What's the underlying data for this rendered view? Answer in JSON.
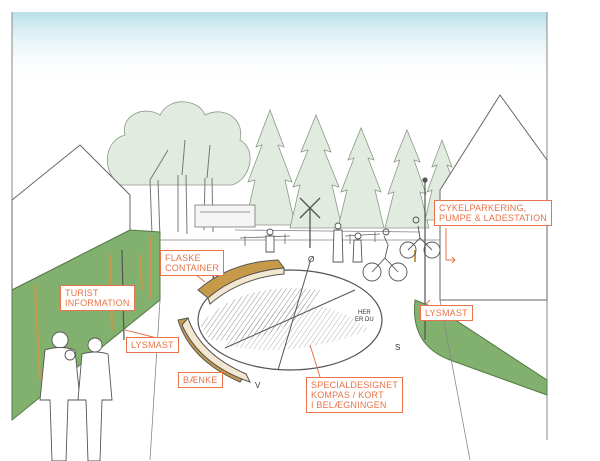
{
  "labels": {
    "flaske_container": "FLASKE\nCONTAINER",
    "turist_information": "TURIST\nINFORMATION",
    "lysmast_left": "LYSMAST",
    "baenke": "BÆNKE",
    "cykelparkering": "CYKELPARKERING,\nPUMPE & LADESTATION",
    "lysmast_right": "LYSMAST",
    "specialdesignet": "SPECIALDESIGNET\nKOMPAS / KORT\nI BELÆGNINGEN",
    "her_er_du": "HER\nER DU"
  },
  "colors": {
    "accent": "#e8734a",
    "grass": "#7fae6c",
    "foliage": "#dfe8dc",
    "sky": "#bfe3ea",
    "bench": "#c79a4a",
    "line": "#555555"
  }
}
